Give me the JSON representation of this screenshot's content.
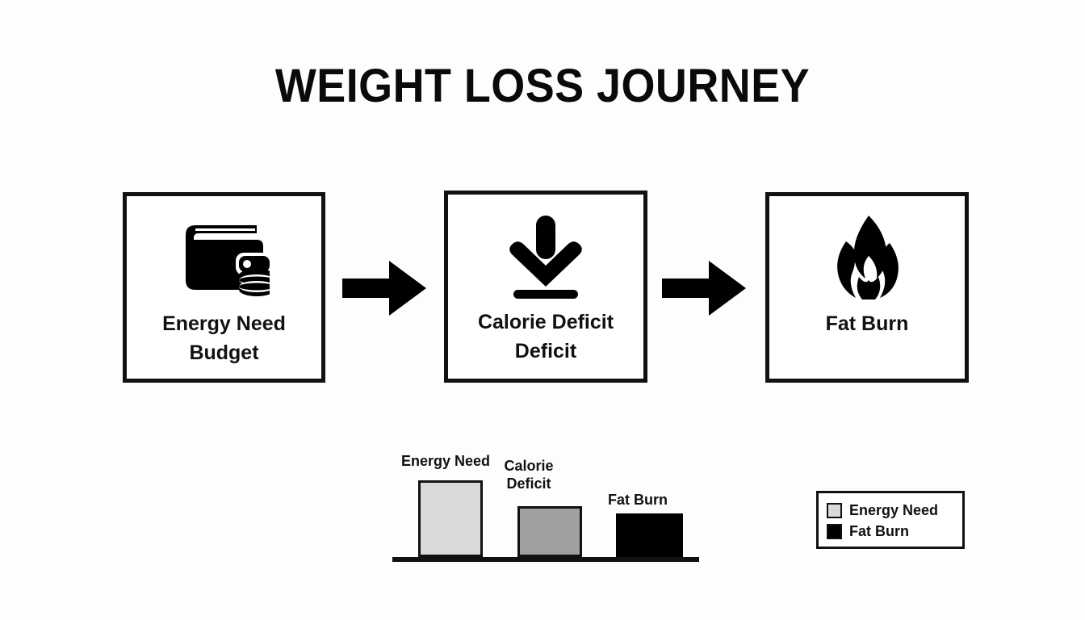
{
  "page": {
    "title": "WEIGHT LOSS JOURNEY",
    "background_color": "#fdfdfd",
    "ink_color": "#111111"
  },
  "flow": {
    "steps": [
      {
        "icon": "wallet-with-coins-icon",
        "label_line1": "Energy Need",
        "label_line2": "Budget"
      },
      {
        "icon": "download-down-arrow-icon",
        "label_line1": "Calorie Deficit",
        "label_line2": "Deficit"
      },
      {
        "icon": "flame-icon",
        "label_line1": "Fat Burn",
        "label_line2": ""
      }
    ],
    "connectors": [
      {
        "icon": "right-arrow-icon"
      },
      {
        "icon": "right-arrow-icon"
      }
    ]
  },
  "chart_data": {
    "type": "bar",
    "title": "",
    "xlabel": "",
    "ylabel": "",
    "categories": [
      "Energy Need",
      "Calorie Deficit",
      "Fat Burn"
    ],
    "values": [
      95,
      63,
      54
    ],
    "ylim": [
      0,
      110
    ],
    "grid": false,
    "bar_colors": [
      "#d9d9d9",
      "#a0a0a0",
      "#000000"
    ],
    "bar_edge_color": "#111111",
    "labels_above_bars": true,
    "baseline": true
  },
  "legend": {
    "position": "bottom-right",
    "entries": [
      {
        "label": "Energy Need",
        "color": "#d9d9d9"
      },
      {
        "label": "Fat Burn",
        "color": "#000000"
      }
    ]
  }
}
